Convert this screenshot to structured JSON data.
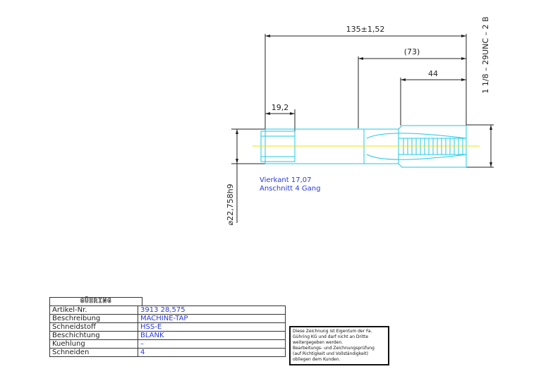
{
  "dimensions": {
    "overall_length": "135±1,52",
    "mid_length": "(73)",
    "thread_length": "44",
    "square_length": "19,2",
    "shank_diameter": "⌀22,758h9",
    "thread_spec": "1  1/8  –  29UNC  –  2 B"
  },
  "annotation": {
    "line1": "Vierkant 17,07",
    "line2": "Anschnitt 4 Gang"
  },
  "title_block": {
    "logo": "GÜHRING",
    "rows": [
      {
        "label": "Artikel-Nr.",
        "value": "3913 28,575"
      },
      {
        "label": "Beschreibung",
        "value": "MACHINE-TAP"
      },
      {
        "label": "Schneidstoff",
        "value": "HSS-E"
      },
      {
        "label": "Beschichtung",
        "value": "BLANK"
      },
      {
        "label": "Kuehlung",
        "value": "–"
      },
      {
        "label": "Schneiden",
        "value": "4"
      }
    ]
  },
  "legal_note": {
    "lines": [
      "Diese Zeichnung ist Eigentum der Fa.",
      "Gühring KG und darf nicht an Dritte",
      "weitergegeben werden.",
      "Bearbeitungs- und Zeichnungsprüfung",
      "(auf Richtigkeit und Vollständigkeit)",
      "obliegen dem Kunden."
    ]
  },
  "colors": {
    "dimension": "#222222",
    "geometry": "#1ec8e6",
    "centerline": "#f0e000",
    "annotation": "#2a3ae0"
  }
}
